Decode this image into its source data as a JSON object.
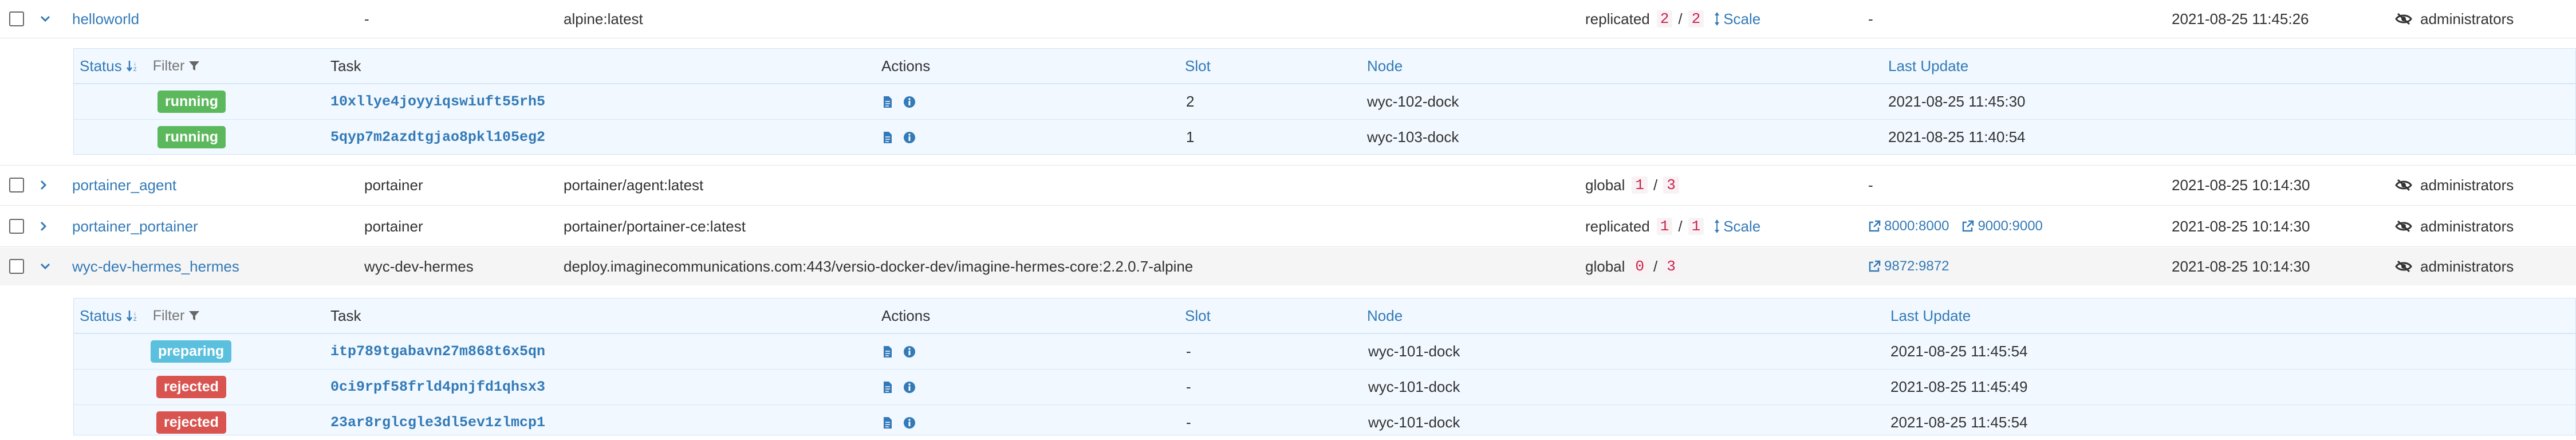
{
  "colors": {
    "link": "#337ab7",
    "running": "#5cb85c",
    "preparing": "#5bc0de",
    "rejected": "#d9534f",
    "subtable_bg": "#f1f8ff",
    "count_text": "#c7254e"
  },
  "services": [
    {
      "name": "helloworld",
      "stack": "-",
      "image": "alpine:latest",
      "mode": "replicated",
      "running": "2",
      "total": "2",
      "scale_label": "Scale",
      "ports_text": "-",
      "last_update": "2021-08-25 11:45:26",
      "ownership": "administrators",
      "expanded": true
    },
    {
      "name": "portainer_agent",
      "stack": "portainer",
      "image": "portainer/agent:latest",
      "mode": "global",
      "running": "1",
      "total": "3",
      "ports_text": "-",
      "last_update": "2021-08-25 10:14:30",
      "ownership": "administrators",
      "expanded": false
    },
    {
      "name": "portainer_portainer",
      "stack": "portainer",
      "image": "portainer/portainer-ce:latest",
      "mode": "replicated",
      "running": "1",
      "total": "1",
      "scale_label": "Scale",
      "ports": [
        "8000:8000",
        "9000:9000"
      ],
      "last_update": "2021-08-25 10:14:30",
      "ownership": "administrators",
      "expanded": false
    },
    {
      "name": "wyc-dev-hermes_hermes",
      "stack": "wyc-dev-hermes",
      "image": "deploy.imaginecommunications.com:443/versio-docker-dev/imagine-hermes-core:2.2.0.7-alpine",
      "mode": "global",
      "running": "0",
      "total": "3",
      "ports": [
        "9872:9872"
      ],
      "last_update": "2021-08-25 10:14:30",
      "ownership": "administrators",
      "expanded": true
    }
  ],
  "task_table_headers": {
    "status": "Status",
    "filter": "Filter",
    "task": "Task",
    "actions": "Actions",
    "slot": "Slot",
    "node": "Node",
    "last_update": "Last Update"
  },
  "helloworld_tasks": [
    {
      "status": "running",
      "id": "10xllye4joyyiqswiuft55rh5",
      "slot": "2",
      "node": "wyc-102-dock",
      "last_update": "2021-08-25 11:45:30"
    },
    {
      "status": "running",
      "id": "5qyp7m2azdtgjao8pkl105eg2",
      "slot": "1",
      "node": "wyc-103-dock",
      "last_update": "2021-08-25 11:40:54"
    }
  ],
  "hermes_tasks": [
    {
      "status": "preparing",
      "id": "itp789tgabavn27m868t6x5qn",
      "slot": "-",
      "node": "wyc-101-dock",
      "last_update": "2021-08-25 11:45:54"
    },
    {
      "status": "rejected",
      "id": "0ci9rpf58frld4pnjfd1qhsx3",
      "slot": "-",
      "node": "wyc-101-dock",
      "last_update": "2021-08-25 11:45:49"
    },
    {
      "status": "rejected",
      "id": "23ar8rglcgle3dl5ev1zlmcp1",
      "slot": "-",
      "node": "wyc-101-dock",
      "last_update": "2021-08-25 11:45:54"
    }
  ]
}
